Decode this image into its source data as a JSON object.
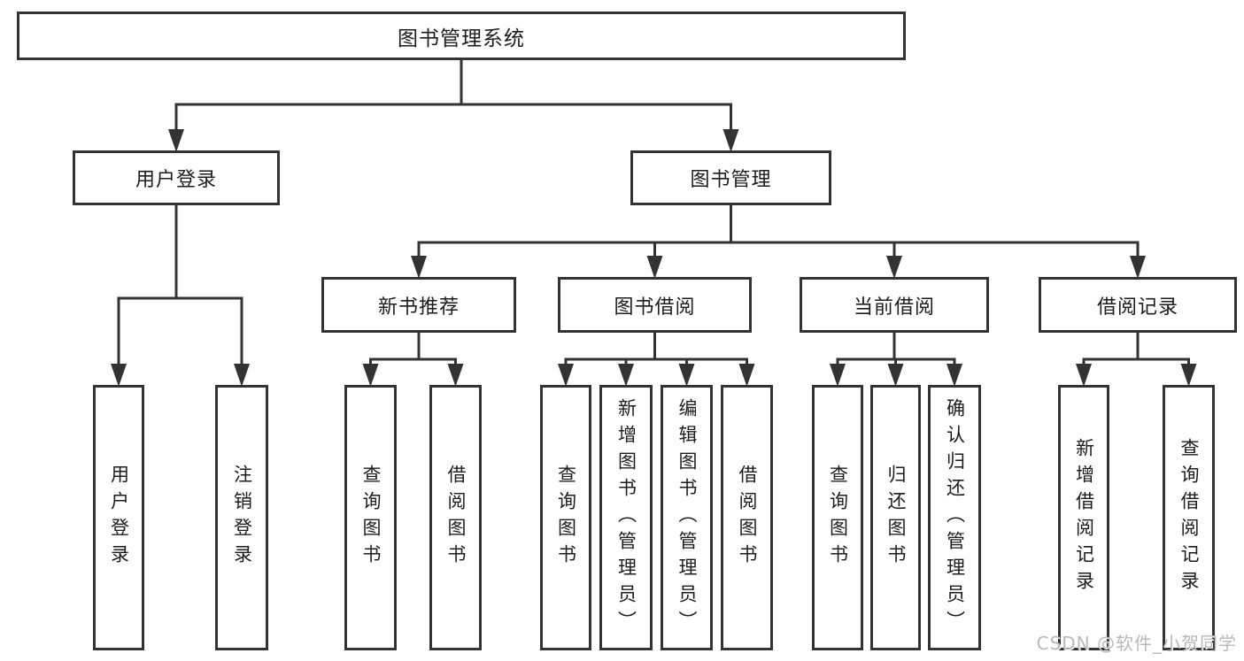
{
  "colors": {
    "line": "#333333",
    "box_border": "#333333",
    "text": "#1c1c1c",
    "background": "#ffffff",
    "watermark": "#b9b9b9"
  },
  "diagram": {
    "root": "图书管理系统",
    "branches": [
      {
        "label": "用户登录",
        "children": [
          "用户登录",
          "注销登录"
        ]
      },
      {
        "label": "图书管理",
        "modules": [
          {
            "label": "新书推荐",
            "children": [
              "查询图书",
              "借阅图书"
            ]
          },
          {
            "label": "图书借阅",
            "children": [
              "查询图书",
              "新增图书（管理员）",
              "编辑图书（管理员）",
              "借阅图书"
            ]
          },
          {
            "label": "当前借阅",
            "children": [
              "查询图书",
              "归还图书",
              "确认归还（管理员）"
            ]
          },
          {
            "label": "借阅记录",
            "children": [
              "新增借阅记录",
              "查询借阅记录"
            ]
          }
        ]
      }
    ],
    "watermark": "CSDN @软件_小贺同学"
  }
}
